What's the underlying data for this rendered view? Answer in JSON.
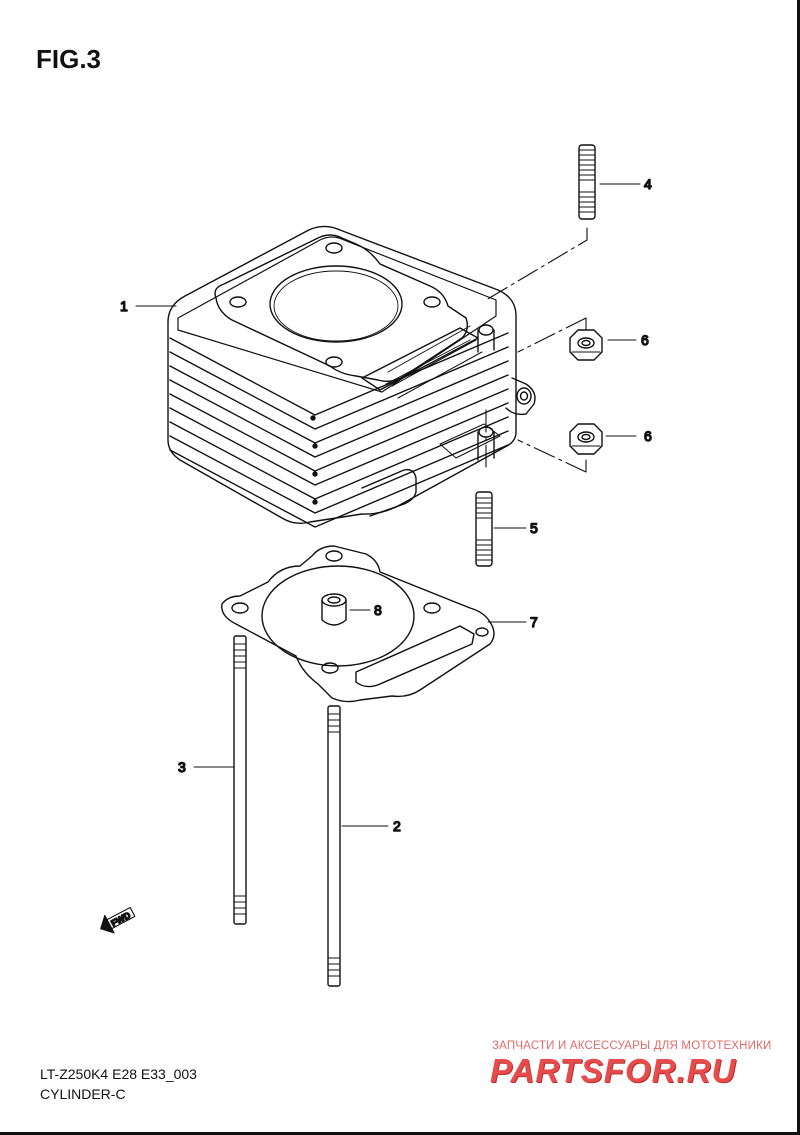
{
  "figure": {
    "title": "FIG.3"
  },
  "callouts": [
    {
      "id": "1",
      "label": "1"
    },
    {
      "id": "2",
      "label": "2"
    },
    {
      "id": "3",
      "label": "3"
    },
    {
      "id": "4",
      "label": "4"
    },
    {
      "id": "5",
      "label": "5"
    },
    {
      "id": "6a",
      "label": "6"
    },
    {
      "id": "6b",
      "label": "6"
    },
    {
      "id": "7",
      "label": "7"
    },
    {
      "id": "8",
      "label": "8"
    }
  ],
  "fwd_badge": {
    "label": "FWD"
  },
  "footer": {
    "code": "LT-Z250K4 E28 E33_003",
    "name": "CYLINDER-C"
  },
  "watermark": {
    "tagline": "ЗАПЧАСТИ И АКСЕССУАРЫ ДЛЯ МОТОТЕХНИКИ",
    "logo": "PARTSFOR.RU"
  },
  "colors": {
    "ink": "#111111",
    "watermark": "#e84b4b"
  }
}
